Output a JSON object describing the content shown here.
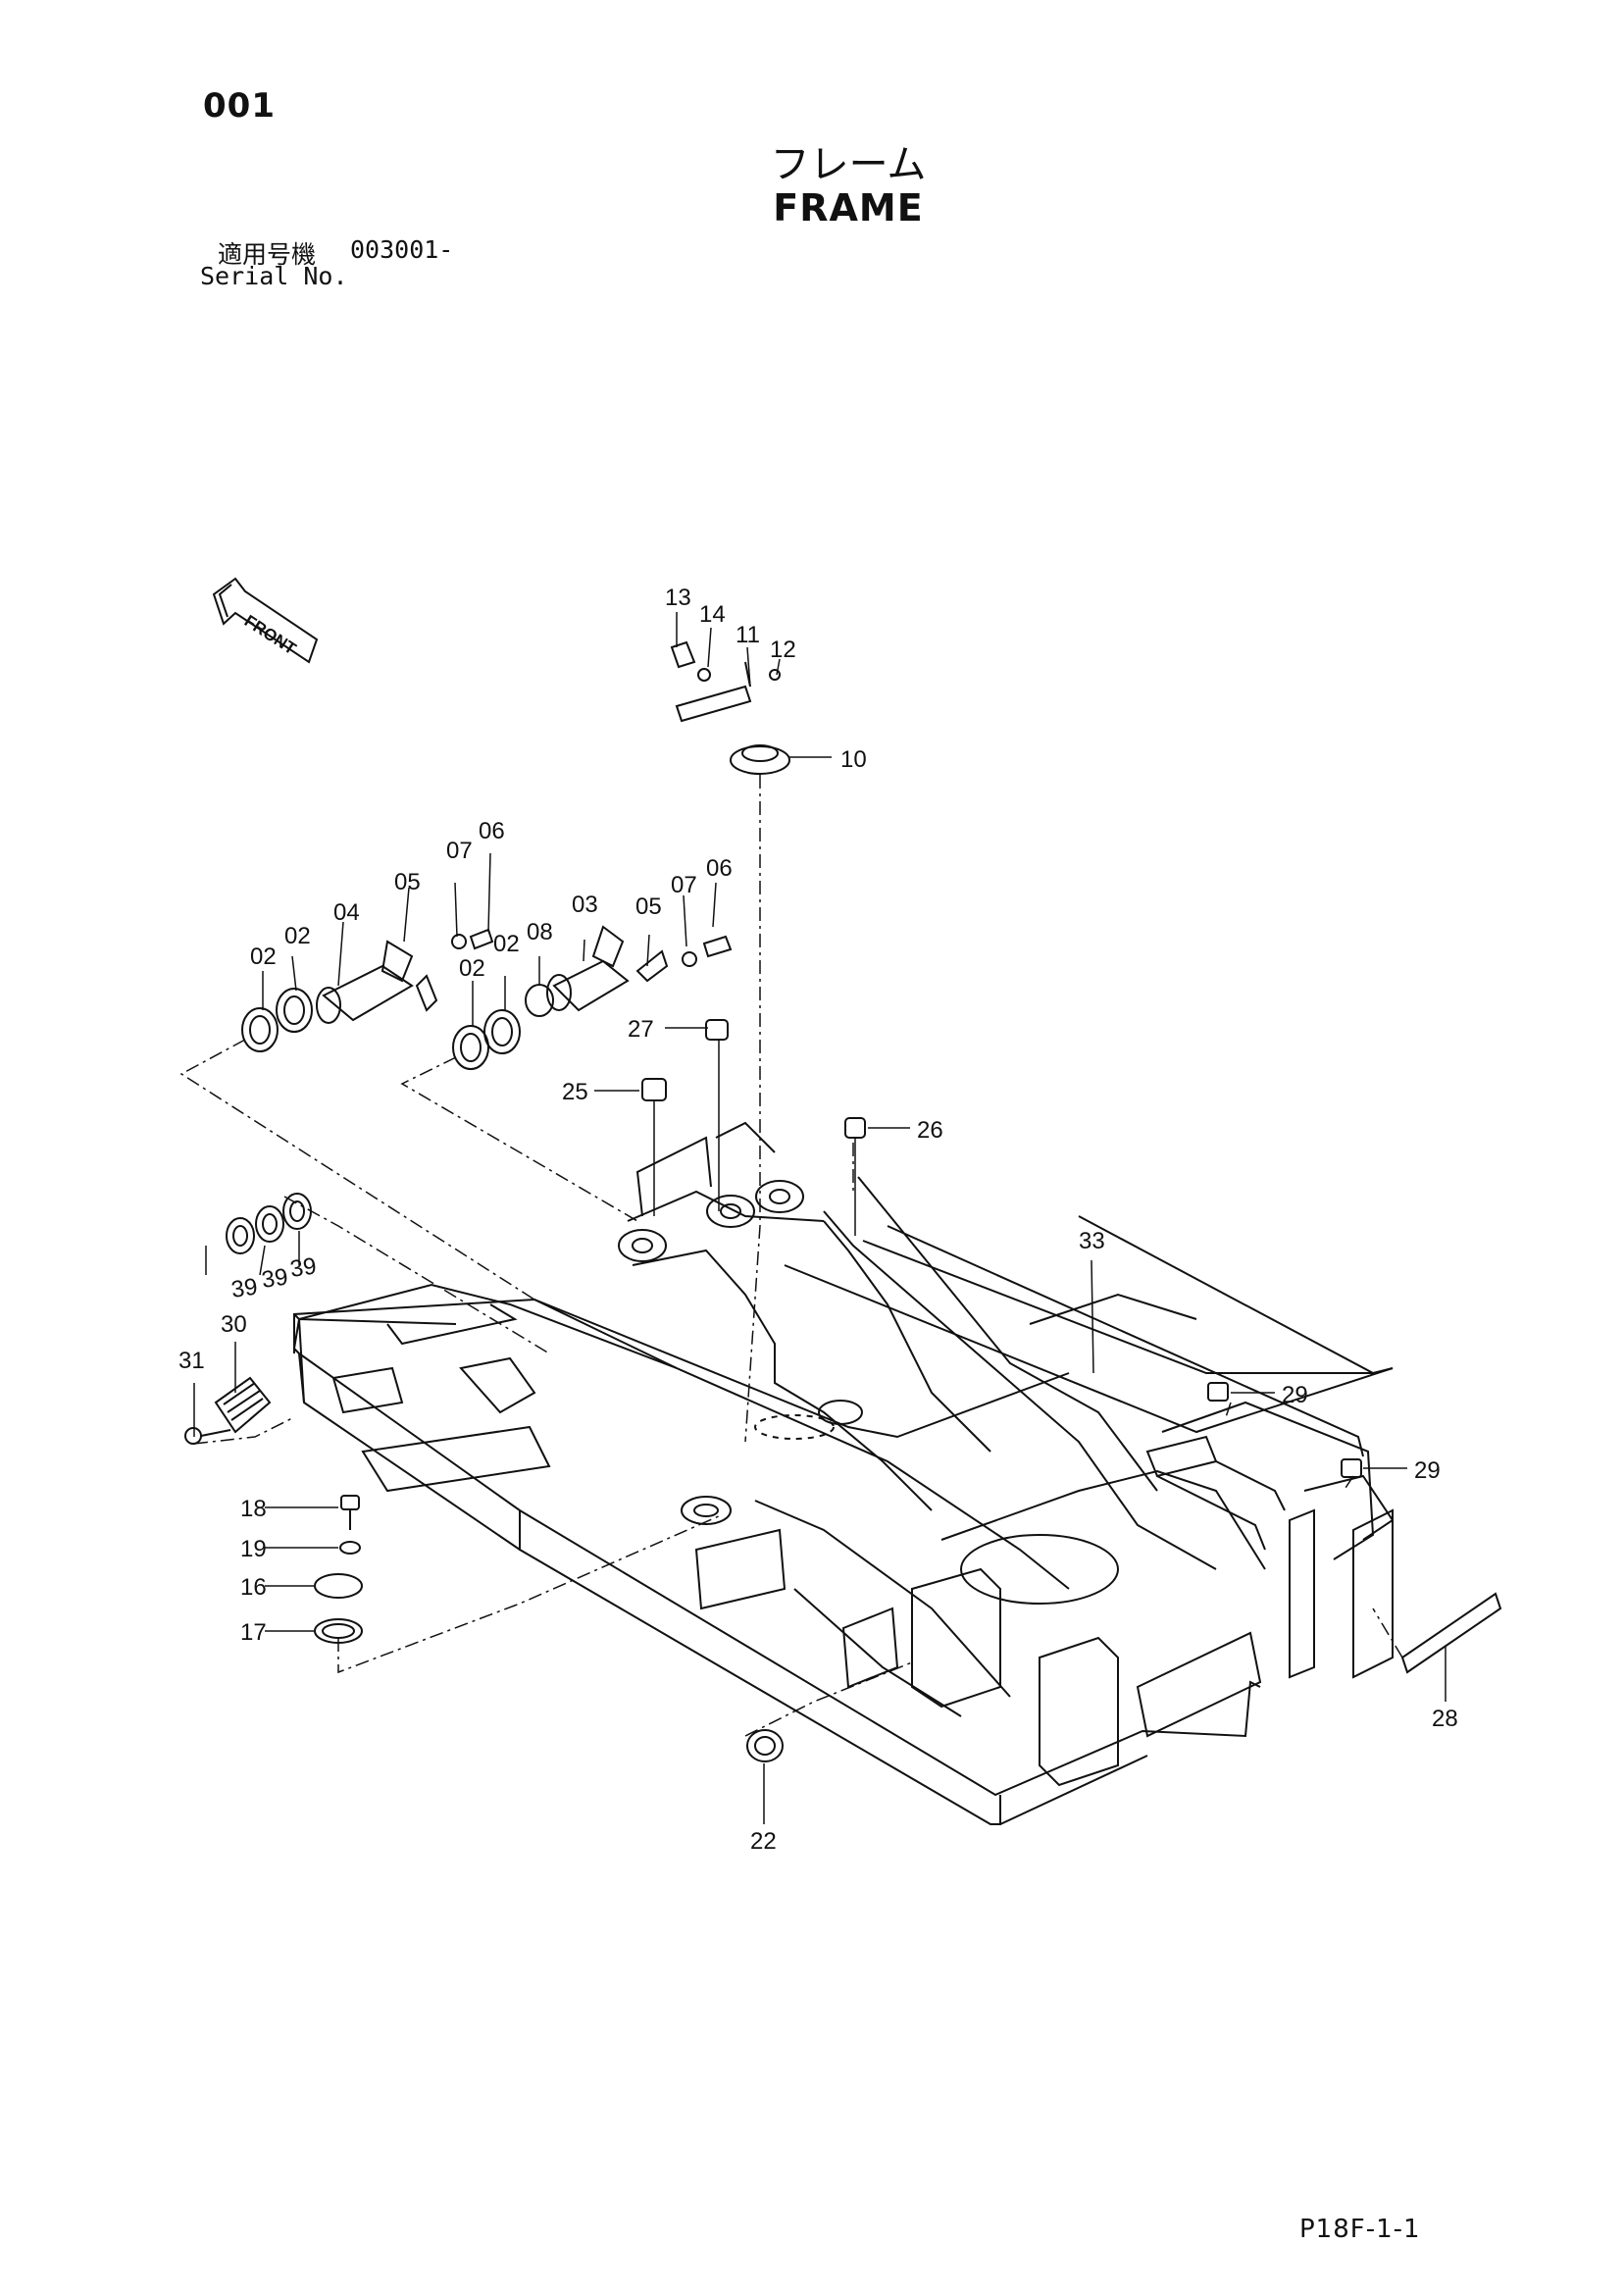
{
  "header": {
    "page_number": "001",
    "title_jp": "フレーム",
    "title_en": "FRAME",
    "serial_label_jp": "適用号機",
    "serial_value": "003001-",
    "serial_label_en": "Serial No."
  },
  "footer": {
    "page_code": "P18F-1-1"
  },
  "diagram": {
    "front_label": "FRONT",
    "callouts": [
      {
        "id": "c13",
        "text": "13"
      },
      {
        "id": "c14",
        "text": "14"
      },
      {
        "id": "c11",
        "text": "11"
      },
      {
        "id": "c12",
        "text": "12"
      },
      {
        "id": "c10",
        "text": "10"
      },
      {
        "id": "c06a",
        "text": "06"
      },
      {
        "id": "c07a",
        "text": "07"
      },
      {
        "id": "c05a",
        "text": "05"
      },
      {
        "id": "c04",
        "text": "04"
      },
      {
        "id": "c02a",
        "text": "02"
      },
      {
        "id": "c02b",
        "text": "02"
      },
      {
        "id": "c06b",
        "text": "06"
      },
      {
        "id": "c07b",
        "text": "07"
      },
      {
        "id": "c05b",
        "text": "05"
      },
      {
        "id": "c03",
        "text": "03"
      },
      {
        "id": "c08",
        "text": "08"
      },
      {
        "id": "c02c",
        "text": "02"
      },
      {
        "id": "c02d",
        "text": "02"
      },
      {
        "id": "c27",
        "text": "27"
      },
      {
        "id": "c25",
        "text": "25"
      },
      {
        "id": "c26",
        "text": "26"
      },
      {
        "id": "c33",
        "text": "33"
      },
      {
        "id": "c39a",
        "text": "39"
      },
      {
        "id": "c39b",
        "text": "39"
      },
      {
        "id": "c39c",
        "text": "39"
      },
      {
        "id": "c30",
        "text": "30"
      },
      {
        "id": "c31",
        "text": "31"
      },
      {
        "id": "c29a",
        "text": "29"
      },
      {
        "id": "c29b",
        "text": "29"
      },
      {
        "id": "c18",
        "text": "18"
      },
      {
        "id": "c19",
        "text": "19"
      },
      {
        "id": "c16",
        "text": "16"
      },
      {
        "id": "c17",
        "text": "17"
      },
      {
        "id": "c28",
        "text": "28"
      },
      {
        "id": "c22",
        "text": "22"
      }
    ]
  }
}
